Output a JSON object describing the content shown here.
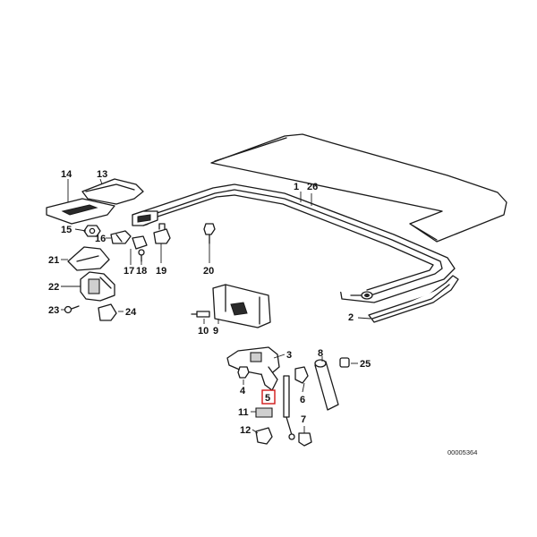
{
  "diagram": {
    "part_numbers": {
      "p1": "1",
      "p2": "2",
      "p3": "3",
      "p4": "4",
      "p5": "5",
      "p6": "6",
      "p7": "7",
      "p8": "8",
      "p9": "9",
      "p10": "10",
      "p11": "11",
      "p12": "12",
      "p13": "13",
      "p14": "14",
      "p15": "15",
      "p16": "16",
      "p17": "17",
      "p18": "18",
      "p19": "19",
      "p20": "20",
      "p21": "21",
      "p22": "22",
      "p23": "23",
      "p24": "24",
      "p25": "25",
      "p26": "26"
    },
    "highlighted_part": "5",
    "highlight_color": "#d01818",
    "drawing_code": "00005364"
  }
}
